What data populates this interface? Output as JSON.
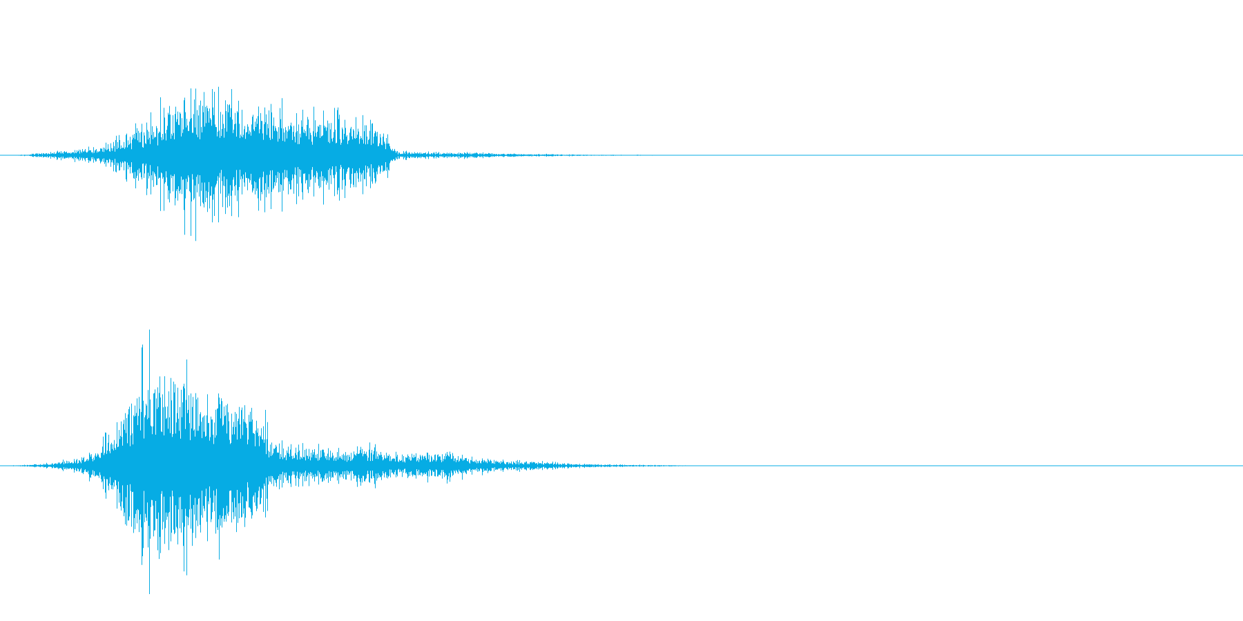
{
  "waveform": {
    "color": "#06ace4",
    "background": "#ffffff",
    "channel_count": 2,
    "channels": [
      {
        "name": "",
        "envelope": [
          [
            0.0,
            0.0
          ],
          [
            0.02,
            0.01
          ],
          [
            0.03,
            0.03
          ],
          [
            0.05,
            0.06
          ],
          [
            0.07,
            0.1
          ],
          [
            0.09,
            0.18
          ],
          [
            0.1,
            0.3
          ],
          [
            0.12,
            0.52
          ],
          [
            0.14,
            0.85
          ],
          [
            0.16,
            1.0
          ],
          [
            0.18,
            0.78
          ],
          [
            0.2,
            0.82
          ],
          [
            0.22,
            0.7
          ],
          [
            0.24,
            0.64
          ],
          [
            0.26,
            0.6
          ],
          [
            0.28,
            0.52
          ],
          [
            0.3,
            0.45
          ],
          [
            0.31,
            0.35
          ],
          [
            0.32,
            0.06
          ],
          [
            0.35,
            0.04
          ],
          [
            0.38,
            0.045
          ],
          [
            0.4,
            0.03
          ],
          [
            0.42,
            0.02
          ],
          [
            0.45,
            0.015
          ],
          [
            0.48,
            0.008
          ],
          [
            0.52,
            0.005
          ],
          [
            0.55,
            0.002
          ],
          [
            0.56,
            0.0
          ],
          [
            1.0,
            0.0
          ]
        ]
      },
      {
        "name": "",
        "envelope": [
          [
            0.0,
            0.0
          ],
          [
            0.02,
            0.008
          ],
          [
            0.04,
            0.025
          ],
          [
            0.06,
            0.06
          ],
          [
            0.08,
            0.16
          ],
          [
            0.1,
            0.55
          ],
          [
            0.12,
            1.0
          ],
          [
            0.13,
            0.9
          ],
          [
            0.15,
            0.78
          ],
          [
            0.17,
            0.72
          ],
          [
            0.19,
            0.6
          ],
          [
            0.21,
            0.5
          ],
          [
            0.22,
            0.2
          ],
          [
            0.24,
            0.18
          ],
          [
            0.26,
            0.15
          ],
          [
            0.28,
            0.14
          ],
          [
            0.3,
            0.17
          ],
          [
            0.32,
            0.11
          ],
          [
            0.34,
            0.12
          ],
          [
            0.36,
            0.13
          ],
          [
            0.38,
            0.08
          ],
          [
            0.4,
            0.05
          ],
          [
            0.43,
            0.04
          ],
          [
            0.46,
            0.02
          ],
          [
            0.5,
            0.01
          ],
          [
            0.54,
            0.005
          ],
          [
            0.57,
            0.002
          ],
          [
            0.58,
            0.0
          ],
          [
            1.0,
            0.0
          ]
        ]
      }
    ]
  }
}
